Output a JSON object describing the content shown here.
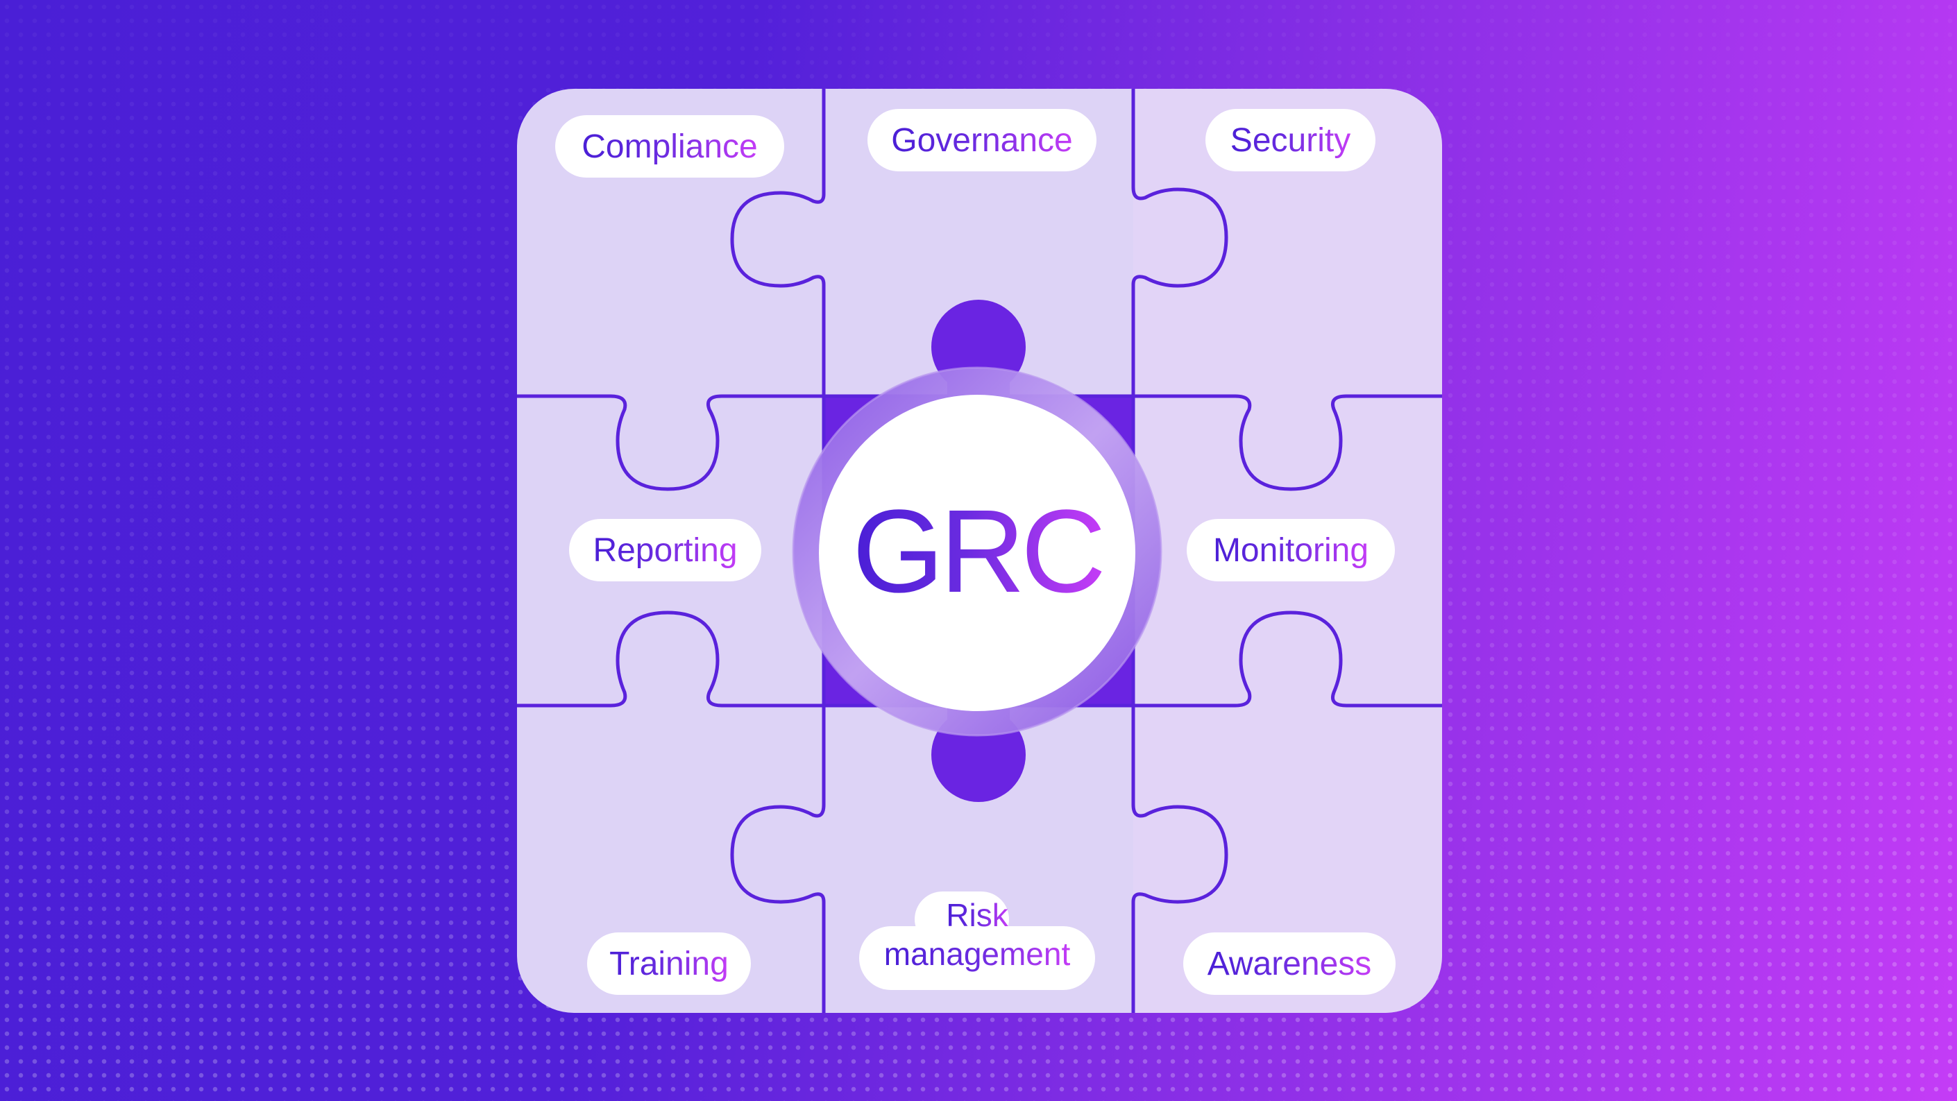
{
  "diagram": {
    "title": "GRC",
    "center_label": "GRC",
    "pieces": [
      {
        "id": "compliance",
        "label": "Compliance",
        "position": "top-left"
      },
      {
        "id": "governance",
        "label": "Governance",
        "position": "top-center"
      },
      {
        "id": "security",
        "label": "Security",
        "position": "top-right"
      },
      {
        "id": "reporting",
        "label": "Reporting",
        "position": "middle-left"
      },
      {
        "id": "monitoring",
        "label": "Monitoring",
        "position": "middle-right"
      },
      {
        "id": "training",
        "label": "Training",
        "position": "bottom-left"
      },
      {
        "id": "risk-management",
        "label_line1": "Risk",
        "label_line2": "management",
        "position": "bottom-center"
      },
      {
        "id": "awareness",
        "label": "Awareness",
        "position": "bottom-right"
      }
    ]
  },
  "colors": {
    "background_left": "#4a1fd6",
    "background_right": "#c43cf6",
    "piece_fill": "#ddd3f6",
    "piece_outline": "#5a22dc",
    "label_bg": "#ffffff",
    "text_gradient_start": "#4a1fd6",
    "text_gradient_end": "#c43cf6",
    "center_ring": "#9a6ae8"
  }
}
